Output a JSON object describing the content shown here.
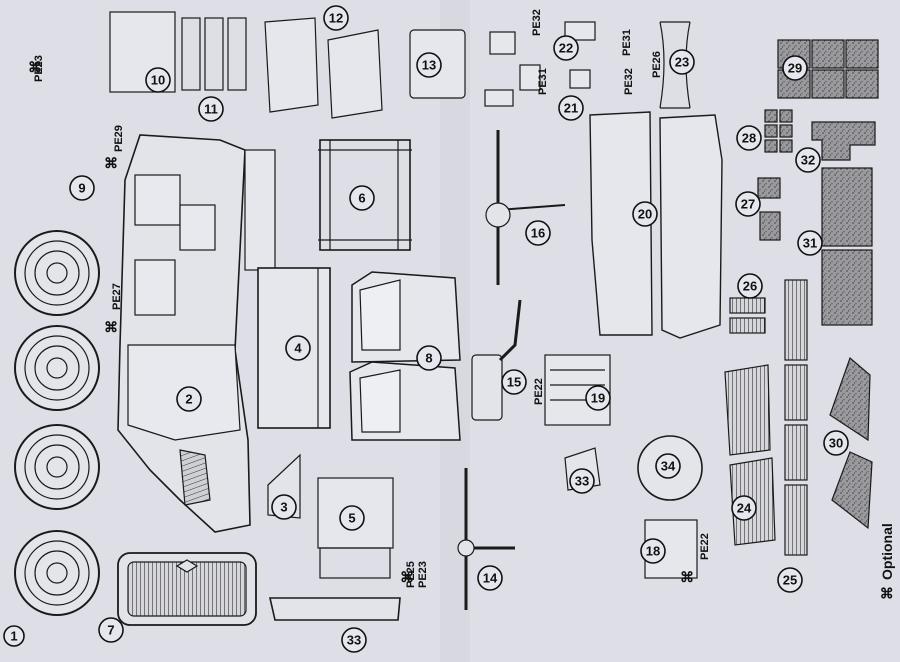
{
  "sheet": {
    "title": "Photo-etched and resin parts diagram",
    "optional_symbol": "⌘",
    "optional_label": "Optional",
    "paper_color": "#dedfe6",
    "ink_color": "#1a1a1a"
  },
  "parts": {
    "p1": "1",
    "p2": "2",
    "p3": "3",
    "p4": "4",
    "p5": "5",
    "p6": "6",
    "p7": "7",
    "p8": "8",
    "p9": "9",
    "p10": "10",
    "p11": "11",
    "p12": "12",
    "p13": "13",
    "p14": "14",
    "p15": "15",
    "p16": "16",
    "p19": "19",
    "p20": "20",
    "p21": "21",
    "p22": "22",
    "p23": "23",
    "p24": "24",
    "p25": "25",
    "p26": "26",
    "p27": "27",
    "p28": "28",
    "p29": "29",
    "p30": "30",
    "p31": "31",
    "p32": "32",
    "p33a": "33",
    "p33b": "33",
    "p34": "34",
    "p18": "18"
  },
  "pe_labels": {
    "pe23_top": "PE23",
    "pe29": "PE29",
    "pe27": "PE27",
    "pe32_top": "PE32",
    "pe31_top": "PE31",
    "pe31_mid": "PE31",
    "pe32_mid": "PE32",
    "pe26": "PE26",
    "pe22_a": "PE22",
    "pe22_b": "PE22",
    "pe25": "PE25",
    "pe23_b": "PE23"
  }
}
